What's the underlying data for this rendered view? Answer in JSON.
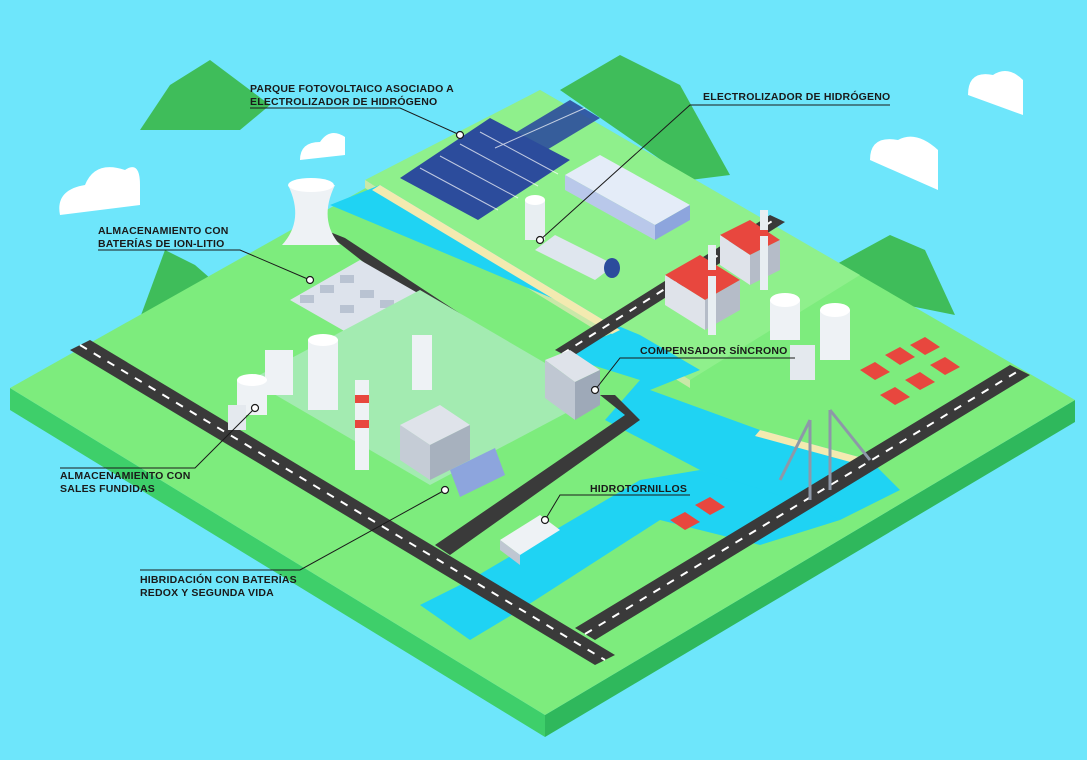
{
  "colors": {
    "sky": "#6ee6fb",
    "grass": "#7dec7d",
    "grass_side": "#3ecf6a",
    "water": "#1fd3f3",
    "road": "#3a3a3a",
    "roof": "#e8473e",
    "mountain": "#3fbd5a"
  },
  "labels": {
    "pv_park": [
      "PARQUE FOTOVOLTAICO ASOCIADO A",
      "ELECTROLIZADOR DE HIDRÓGENO"
    ],
    "electrolyzer": [
      "ELECTROLIZADOR DE HIDRÓGENO"
    ],
    "li_ion": [
      "ALMACENAMIENTO CON",
      "BATERÍAS DE ION-LITIO"
    ],
    "sync_comp": [
      "COMPENSADOR SÍNCRONO"
    ],
    "molten_salt": [
      "ALMACENAMIENTO CON",
      "SALES FUNDIDAS"
    ],
    "hydro_screws": [
      "HIDROTORNILLOS"
    ],
    "redox": [
      "HIBRIDACIÓN CON BATERÍAS",
      "REDOX Y SEGUNDA VIDA"
    ]
  }
}
